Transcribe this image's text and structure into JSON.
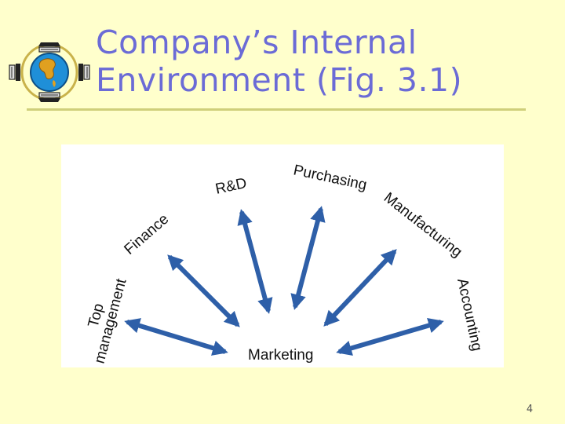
{
  "slide": {
    "title_line1": "Company’s Internal",
    "title_line2": "Environment (Fig. 3.1)",
    "page_number": "4"
  },
  "diagram": {
    "center_label": "Marketing",
    "departments": {
      "top_management_line1": "Top",
      "top_management_line2": "management",
      "finance": "Finance",
      "rd": "R&D",
      "purchasing": "Purchasing",
      "manufacturing": "Manufacturing",
      "accounting": "Accounting"
    }
  },
  "colors": {
    "background": "#FFFFCC",
    "title": "#6B6BD6",
    "arrow": "#2E5FA8",
    "figure_background": "#FFFFFF"
  },
  "icons": {
    "logo": "globe-satellite-icon"
  }
}
